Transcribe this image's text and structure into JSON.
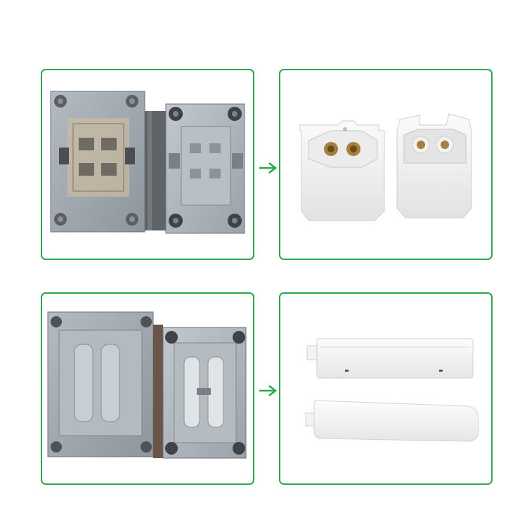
{
  "colors": {
    "panel_border": "#2aa84a",
    "arrow": "#2aa84a",
    "mold_steel": "#9aa3ab",
    "mold_dark": "#5c6166",
    "part_white": "#f4f4f4"
  },
  "panels": [
    {
      "id": "mold-1",
      "content": "mold-photo-connector"
    },
    {
      "id": "part-1",
      "content": "part-photo-connector-housings"
    },
    {
      "id": "mold-2",
      "content": "mold-photo-endcap"
    },
    {
      "id": "part-2",
      "content": "part-photo-endcaps"
    }
  ],
  "arrows": [
    {
      "icon": "arrow-right-icon"
    },
    {
      "icon": "arrow-right-icon"
    }
  ]
}
